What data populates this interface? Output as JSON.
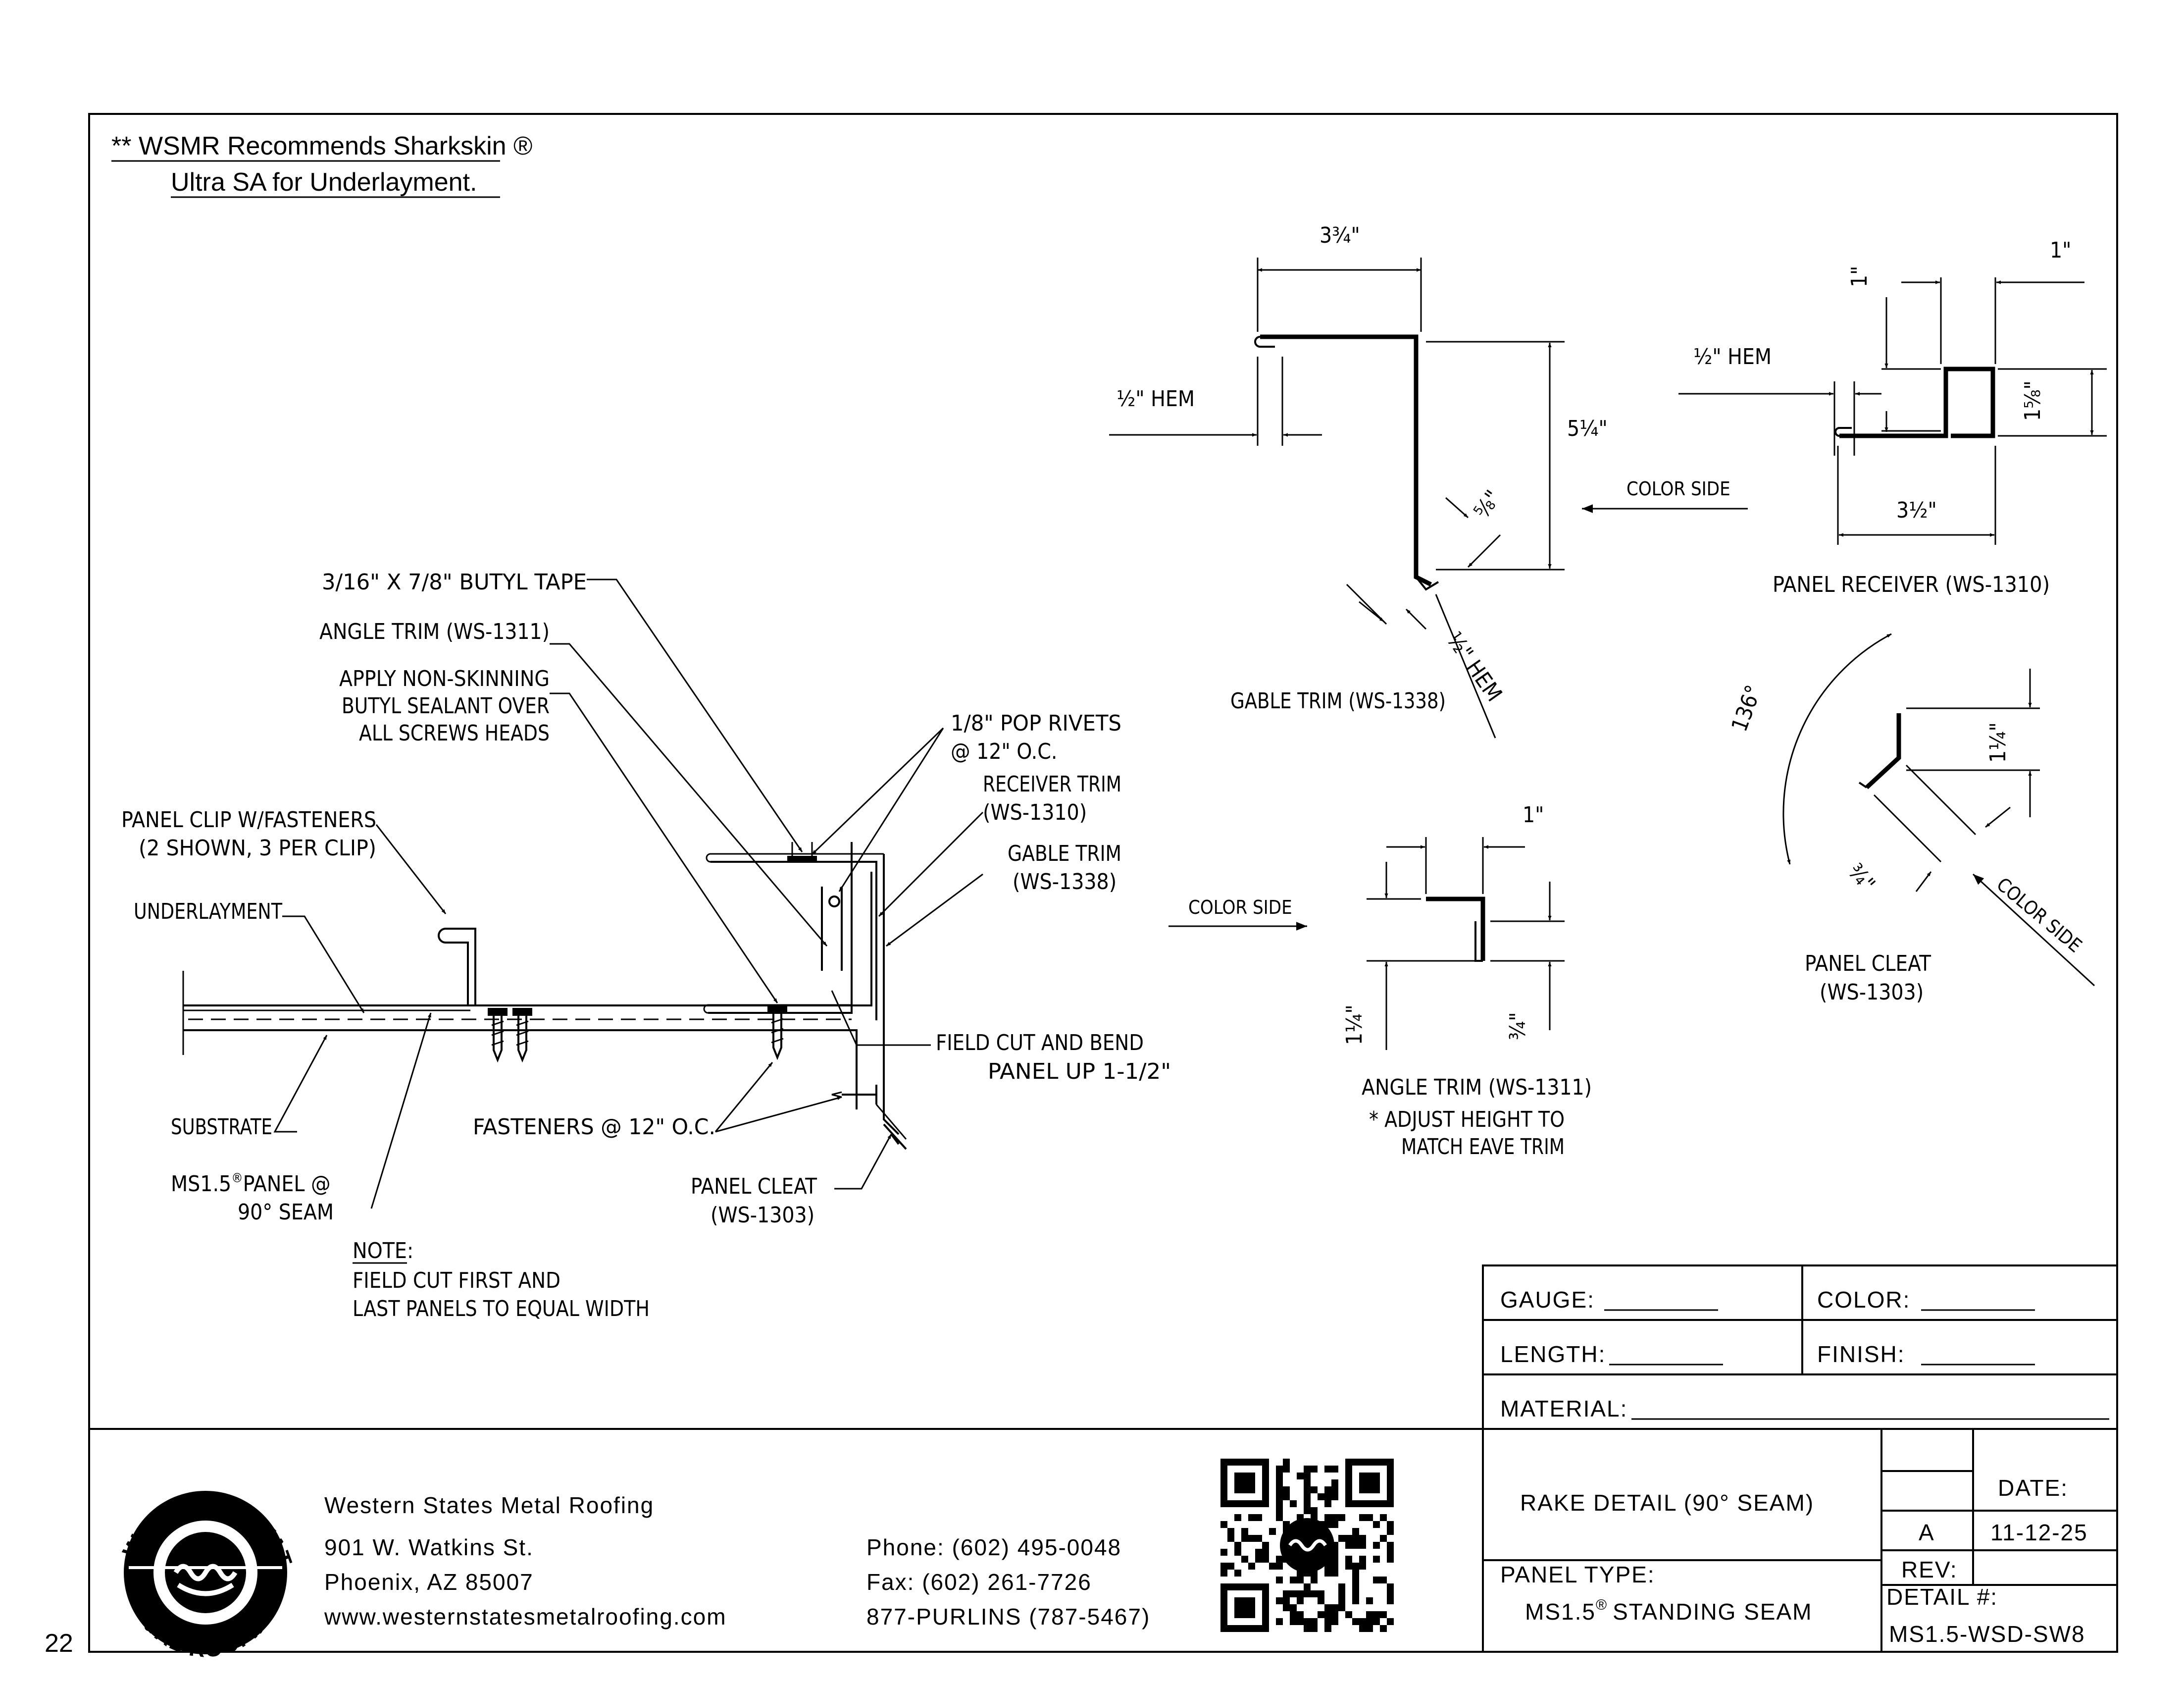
{
  "page_number": "22",
  "note": {
    "line1": "** WSMR Recommends Sharkskin ®",
    "line2": "Ultra SA for Underlayment."
  },
  "callouts": {
    "butyl_tape": "3/16\" X 7/8\" BUTYL TAPE",
    "angle_trim": "ANGLE TRIM (WS-1311)",
    "sealant_1": "APPLY NON-SKINNING",
    "sealant_2": "BUTYL SEALANT OVER",
    "sealant_3": "ALL SCREWS HEADS",
    "panel_clip_1": "PANEL CLIP W/FASTENERS",
    "panel_clip_2": "(2 SHOWN, 3 PER CLIP)",
    "underlayment": "UNDERLAYMENT",
    "substrate": "SUBSTRATE",
    "panel_1": "MS1.5",
    "panel_reg": "®",
    "panel_1b": "PANEL @",
    "panel_2": "90° SEAM",
    "fasteners": "FASTENERS @ 12\" O.C.",
    "pop_rivets_1": "1/8\" POP RIVETS",
    "pop_rivets_2": "@ 12\" O.C.",
    "receiver_trim_1": "RECEIVER TRIM",
    "receiver_trim_2": "(WS-1310)",
    "gable_trim_1": "GABLE TRIM",
    "gable_trim_2": "(WS-1338)",
    "field_cut_1": "FIELD CUT AND BEND",
    "field_cut_2": "PANEL UP 1-1/2\"",
    "panel_cleat_1": "PANEL CLEAT",
    "panel_cleat_2": "(WS-1303)",
    "note_title": "NOTE:",
    "note_1": "FIELD CUT FIRST AND",
    "note_2": "LAST PANELS TO EQUAL WIDTH"
  },
  "gable_detail": {
    "label": "GABLE TRIM (WS-1338)",
    "dim_top": "3¾\"",
    "dim_hem": "½\" HEM",
    "dim_height": "5¼\"",
    "dim_angle": "⅝\"",
    "dim_hem2": "½\" HEM",
    "color_side": "COLOR SIDE"
  },
  "receiver_detail": {
    "label": "PANEL RECEIVER (WS-1310)",
    "dim_1a": "1\"",
    "dim_1b": "1\"",
    "dim_hem": "½\" HEM",
    "dim_height": "1⅝\"",
    "dim_width": "3½\""
  },
  "angle_detail": {
    "label": "ANGLE TRIM (WS-1311)",
    "note_1": "* ADJUST HEIGHT TO",
    "note_2": "MATCH EAVE TRIM",
    "dim_top": "1\"",
    "dim_left": "1¼\"",
    "dim_right": "¾\"",
    "color_side": "COLOR SIDE"
  },
  "cleat_detail": {
    "label_1": "PANEL CLEAT",
    "label_2": "(WS-1303)",
    "angle": "136°",
    "dim_a": "1¼\"",
    "dim_b": "¾\"",
    "color_side": "COLOR SIDE"
  },
  "form": {
    "gauge": "GAUGE:",
    "color": "COLOR:",
    "length": "LENGTH:",
    "finish": "FINISH:",
    "material": "MATERIAL:"
  },
  "title_block": {
    "company": "Western States Metal Roofing",
    "address_1": "901 W. Watkins St.",
    "address_2": "Phoenix, AZ 85007",
    "website": "www.westernstatesmetalroofing.com",
    "phone": "Phone: (602) 495-0048",
    "fax": "Fax: (602) 261-7726",
    "purlins": "877-PURLINS (787-5467)",
    "detail_title": "RAKE DETAIL (90° SEAM)",
    "panel_type_label": "PANEL TYPE:",
    "panel_type_a": "MS1.5",
    "panel_type_reg": "®",
    "panel_type_b": "STANDING SEAM",
    "date_label": "DATE:",
    "rev_value": "A",
    "date_value": "11-12-25",
    "rev_label": "REV:",
    "detail_label": "DETAIL #:",
    "detail_value": "MS1.5-WSD-SW8",
    "logo_top": "WESTERN STATES",
    "logo_bottom": "METAL ROOFING"
  }
}
